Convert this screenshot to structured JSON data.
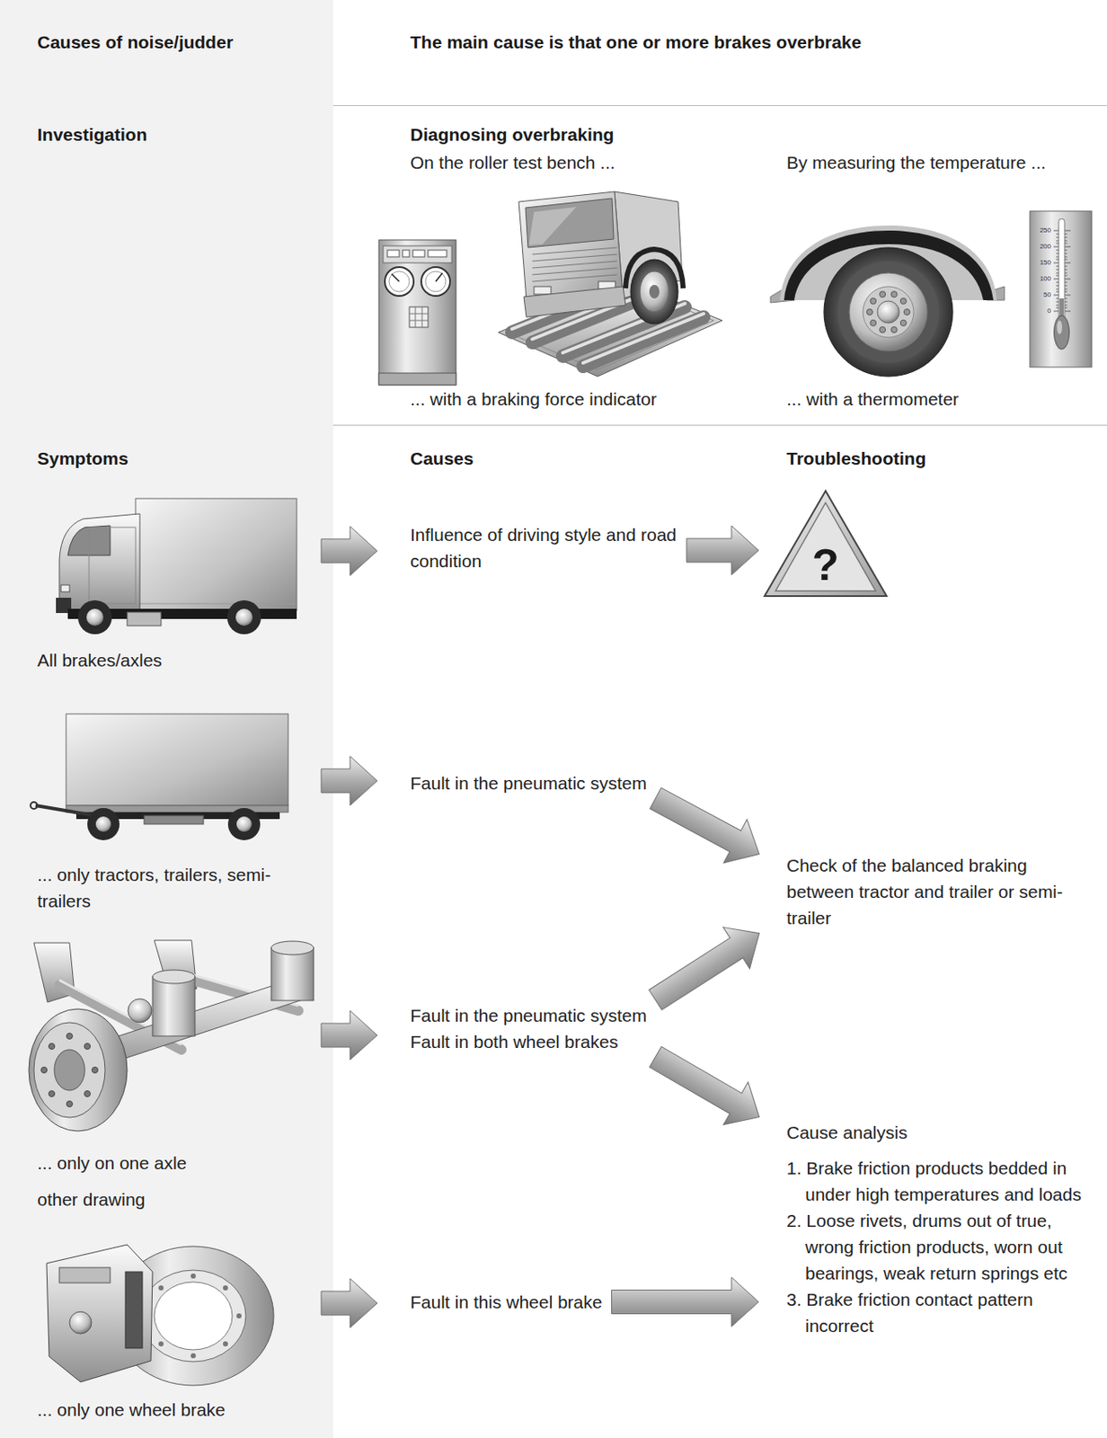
{
  "diagram": {
    "nodes": [
      {
        "text": [
          "All brakes/axles"
        ]
      },
      {
        "text": [
          "Influence of driving style and road condition"
        ]
      },
      {
        "text": [
          "?"
        ]
      },
      {
        "text": [
          "... only tractors, trailers, semi-trailers"
        ]
      },
      {
        "text": [
          "Fault in the pneumatic system"
        ]
      },
      {
        "text": [
          "Check of the balanced braking between tractor and trailer or semi-trailer"
        ]
      },
      {
        "text": [
          "... only on one axle",
          "other drawing"
        ]
      },
      {
        "text": [
          "Fault in the pneumatic system",
          "Fault in both wheel brakes"
        ]
      },
      {
        "text": [
          "Cause analysis",
          "1. Brake friction products bedded in under high temperatures and loads",
          "2. Loose rivets, drums out of true, wrong friction products, worn out bearings, weak return springs etc",
          "3. Brake friction contact pattern incorrect"
        ]
      },
      {
        "text": [
          "... only one wheel brake"
        ]
      },
      {
        "text": [
          "Fault in this wheel brake"
        ]
      }
    ],
    "edges": [
      {
        "from": 0,
        "to": 1,
        "arrow": "to"
      },
      {
        "from": 1,
        "to": 2,
        "arrow": "to"
      },
      {
        "from": 3,
        "to": 4,
        "arrow": "to"
      },
      {
        "from": 4,
        "to": 5,
        "arrow": "to"
      },
      {
        "from": 6,
        "to": 7,
        "arrow": "to"
      },
      {
        "from": 7,
        "to": 5,
        "arrow": "to"
      },
      {
        "from": 7,
        "to": 8,
        "arrow": "to"
      },
      {
        "from": 9,
        "to": 10,
        "arrow": "to"
      },
      {
        "from": 10,
        "to": 8,
        "arrow": "to"
      }
    ],
    "labels": [
      "Causes of noise/judder",
      "The main cause is that one or more brakes overbrake",
      "Investigation",
      "Diagnosing overbraking",
      "On the roller test bench ...",
      "By measuring the temperature ...",
      "... with a braking force indicator",
      "... with a thermometer",
      "Symptoms",
      "Causes",
      "Troubleshooting",
      "250",
      "200",
      "150",
      "100",
      "50",
      "0"
    ]
  }
}
